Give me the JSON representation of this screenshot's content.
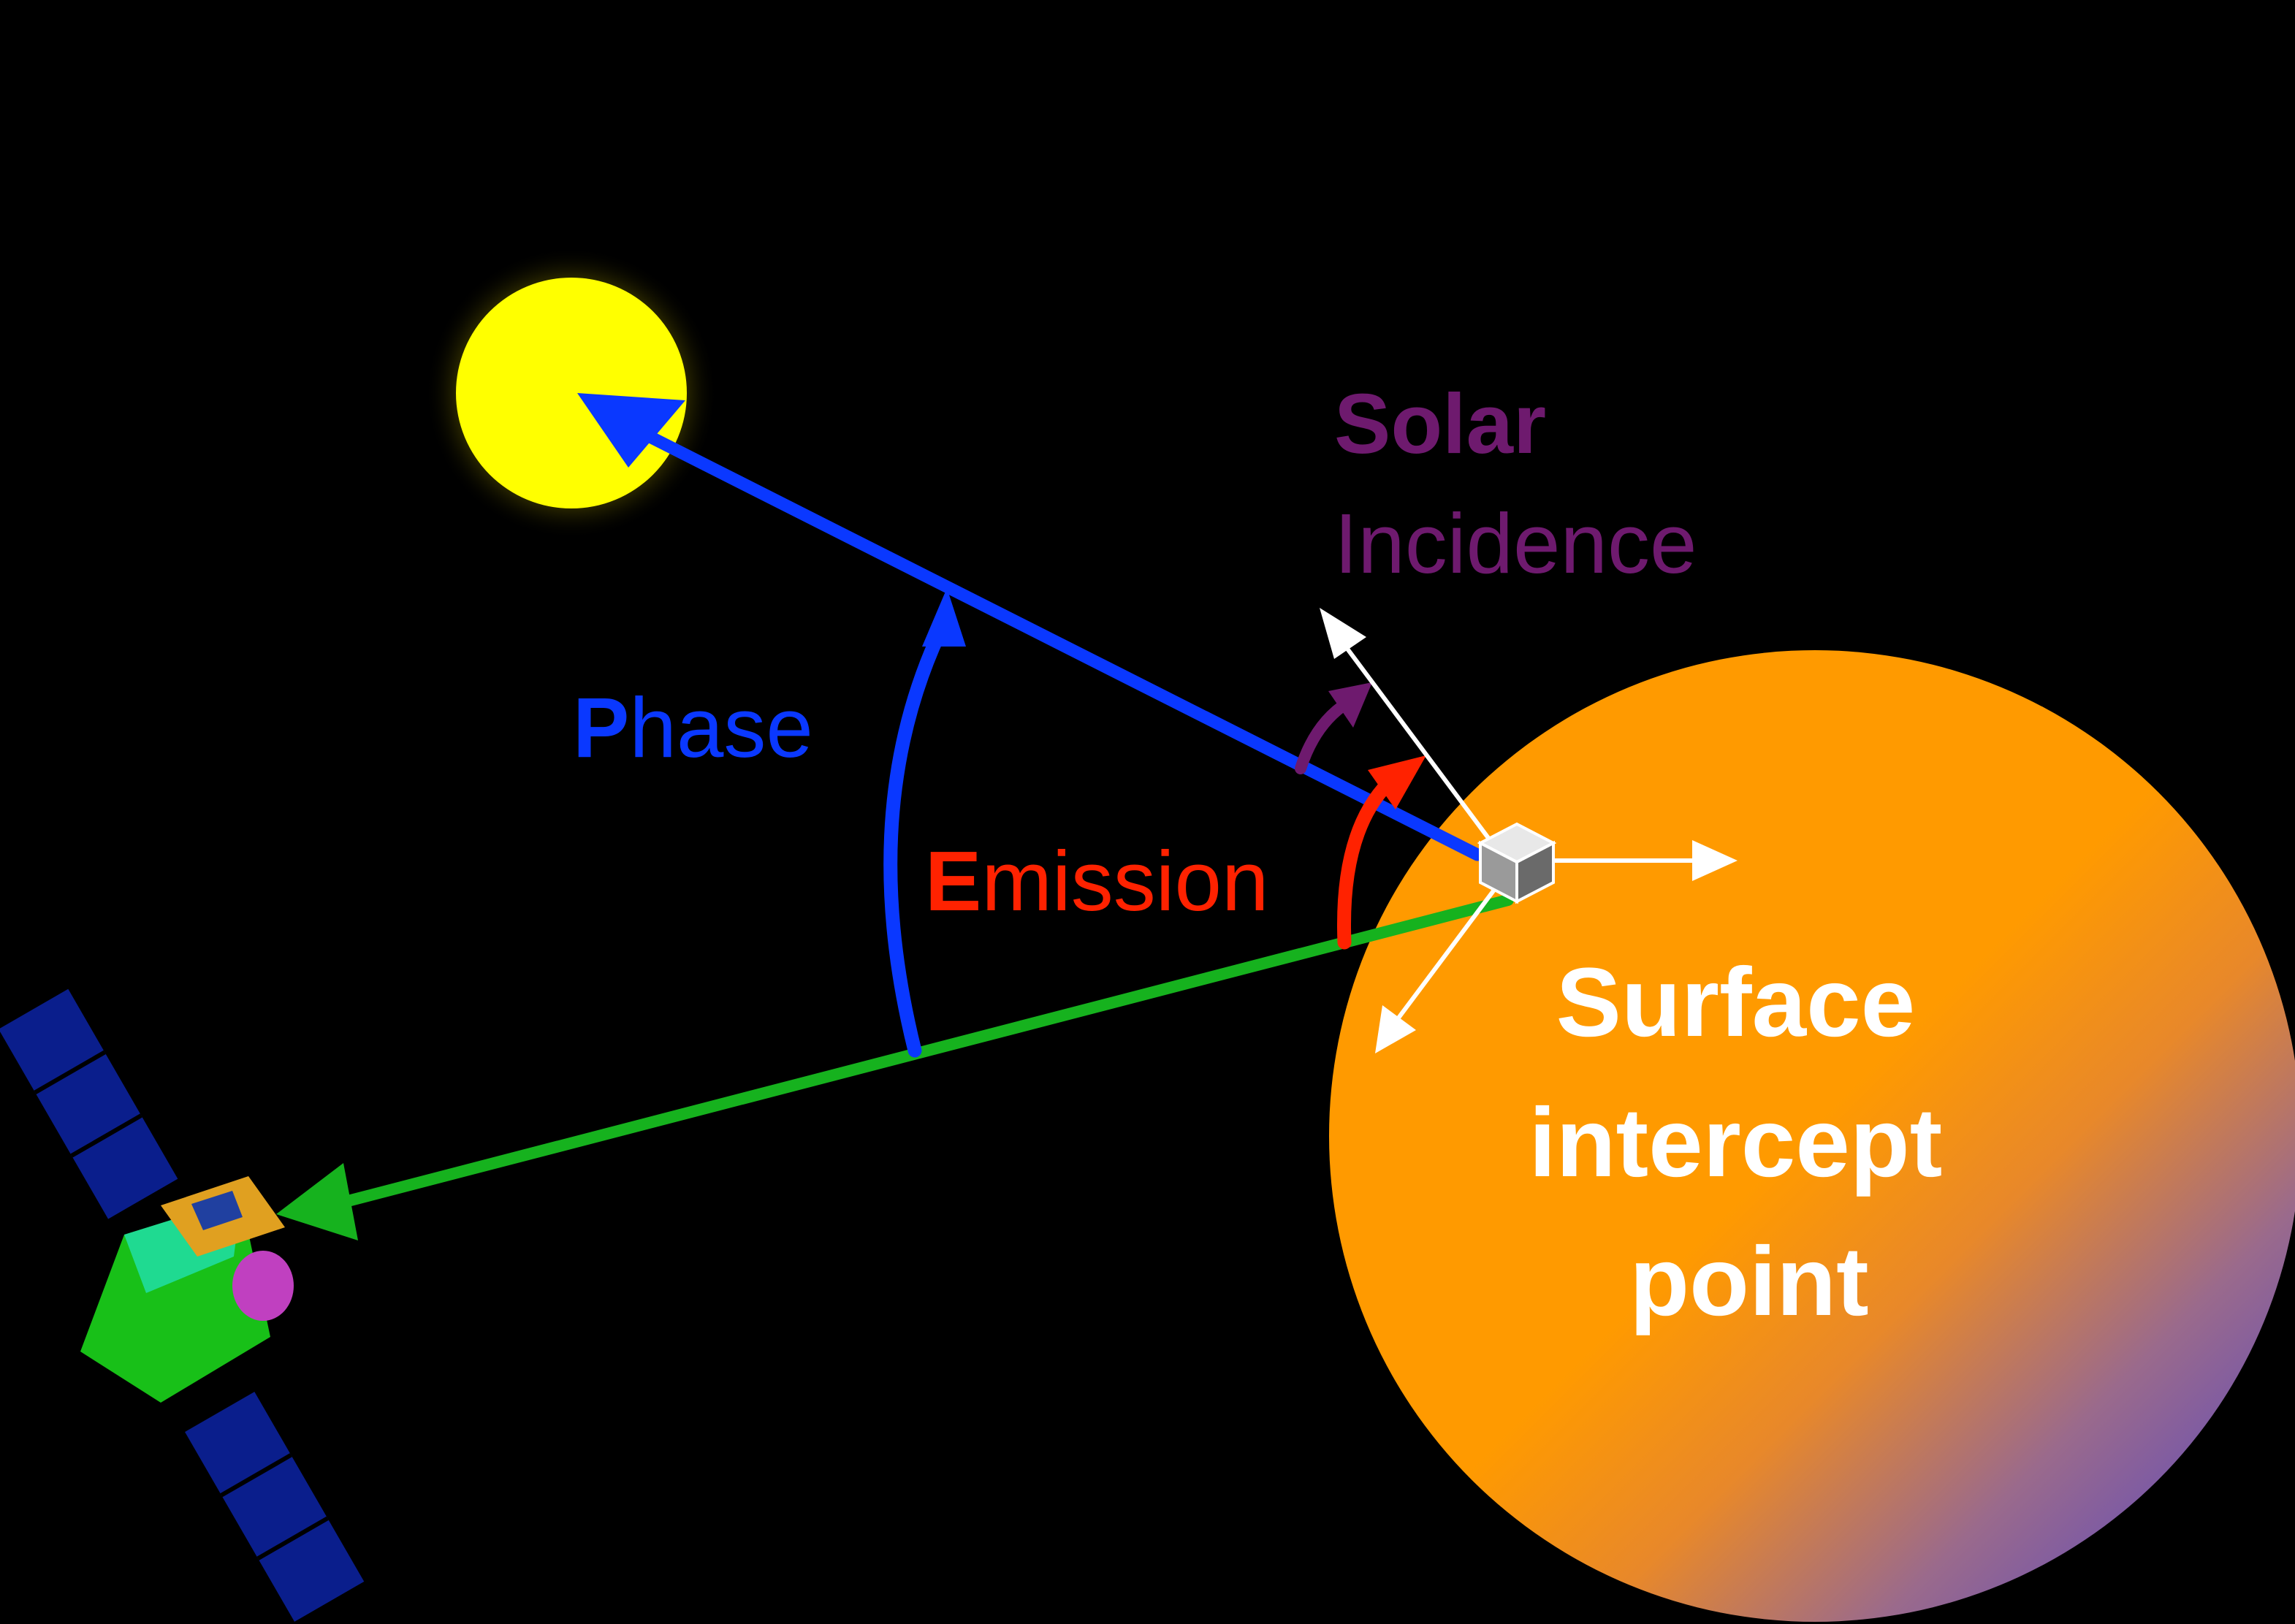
{
  "labels": {
    "phase_initial": "P",
    "phase_rest": "hase",
    "emission_initial": "E",
    "emission_rest": "mission",
    "solar_line1": "Solar",
    "solar_line2": "Incidence",
    "surface_line1": "Surface",
    "surface_line2": "intercept",
    "surface_line3": "point"
  },
  "colors": {
    "background": "#000000",
    "sun": "#ffff00",
    "sun_glow": "#8c8200",
    "phase": "#0a38ff",
    "emission": "#ff2200",
    "incidence": "#6e1a6e",
    "observer_line": "#16b21e",
    "planet_light": "#ff9a00",
    "planet_dark": "#5a48c0",
    "normal_axes": "#ffffff",
    "surface_label": "#ffffff",
    "spacecraft_body": "#18c018",
    "spacecraft_panels": "#0a1e8c",
    "spacecraft_top": "#e0a020",
    "spacecraft_dish": "#c040c0"
  },
  "icons": {
    "sun": "sun-icon",
    "planet": "planet-icon",
    "spacecraft": "spacecraft-icon",
    "surface_cube": "cube-icon"
  }
}
